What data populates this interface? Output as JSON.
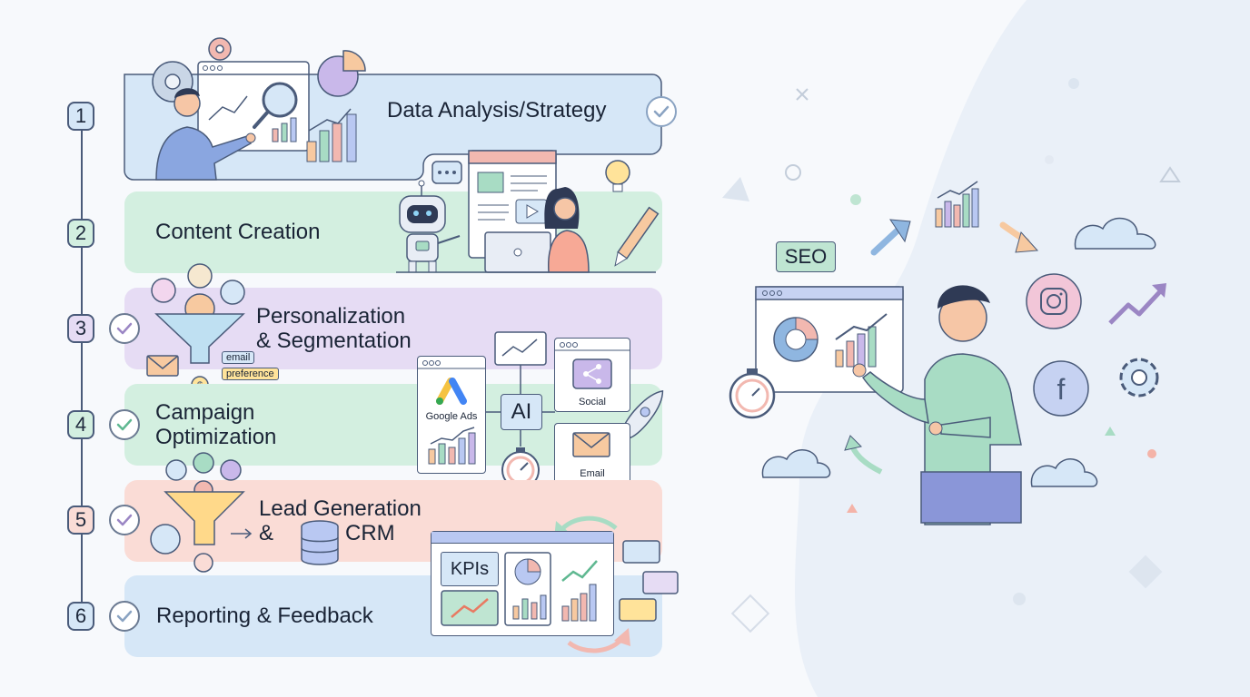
{
  "steps": [
    {
      "number": "1",
      "title": "Data Analysis/Strategy",
      "color": "#d6e7f7"
    },
    {
      "number": "2",
      "title": "Content Creation",
      "color": "#d3efe0"
    },
    {
      "number": "3",
      "title_line1": "Personalization",
      "title_line2": "& Segmentation",
      "color": "#e6dcf4",
      "tags": [
        "email",
        "preference"
      ]
    },
    {
      "number": "4",
      "title_line1": "Campaign",
      "title_line2": "Optimization",
      "color": "#d3efe0"
    },
    {
      "number": "5",
      "title_line1": "Lead Generation",
      "title_line2_a": "&",
      "title_line2_b": "CRM",
      "color": "#fadcd6"
    },
    {
      "number": "6",
      "title": "Reporting & Feedback",
      "color": "#d6e7f7"
    }
  ],
  "campaign_cards": {
    "google_ads": "Google Ads",
    "ai": "AI",
    "social": "Social",
    "email": "Email"
  },
  "reporting": {
    "kpis": "KPIs"
  },
  "hero": {
    "seo": "SEO"
  },
  "icons": [
    "gear-icon",
    "magnifier-icon",
    "robot-icon",
    "lightbulb-icon",
    "pencil-icon",
    "funnel-icon",
    "envelope-icon",
    "dollar-icon",
    "rocket-icon",
    "stopwatch-icon",
    "database-icon",
    "instagram-icon",
    "facebook-icon",
    "cloud-icon",
    "trend-arrow-icon"
  ]
}
